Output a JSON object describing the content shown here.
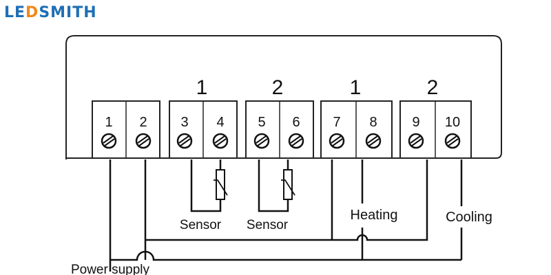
{
  "logo": {
    "text": "LEDSMITH",
    "part1": "LE",
    "part2": "D",
    "part3": "SMITH",
    "colors": {
      "primary": "#1f6fb5",
      "accent": "#f08a1c"
    }
  },
  "groups": [
    "1",
    "2",
    "1",
    "2"
  ],
  "terminals": [
    "1",
    "2",
    "3",
    "4",
    "5",
    "6",
    "7",
    "8",
    "9",
    "10"
  ],
  "labels": {
    "sensor1": "Sensor",
    "sensor2": "Sensor",
    "heating": "Heating",
    "cooling": "Cooling",
    "power": "Power supply"
  }
}
